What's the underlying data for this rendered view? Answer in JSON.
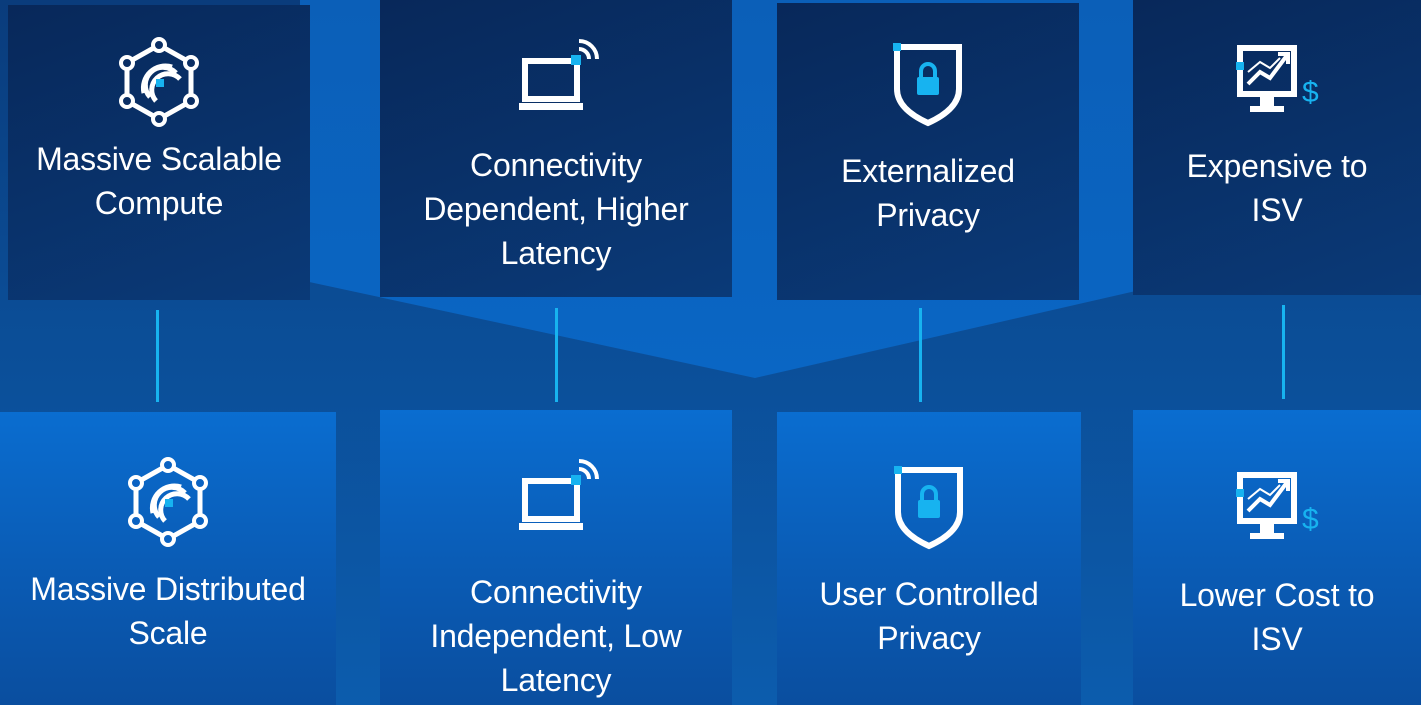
{
  "colors": {
    "accent": "#17b3f0",
    "dark_tile": "#08285a",
    "light_tile": "#0a6dd0",
    "background": "#0b4d96",
    "text": "#ffffff"
  },
  "top_row": [
    {
      "icon": "network-hexagon-icon",
      "label": "Massive Scalable Compute"
    },
    {
      "icon": "laptop-wireless-icon",
      "label": "Connectivity Dependent, Higher Latency"
    },
    {
      "icon": "shield-lock-icon",
      "label": "Externalized Privacy"
    },
    {
      "icon": "monitor-chart-dollar-icon",
      "label": "Expensive to ISV"
    }
  ],
  "bottom_row": [
    {
      "icon": "network-hexagon-icon",
      "label": "Massive Distributed Scale"
    },
    {
      "icon": "laptop-wireless-icon",
      "label": "Connectivity Independent, Low Latency"
    },
    {
      "icon": "shield-lock-icon",
      "label": "User Controlled Privacy"
    },
    {
      "icon": "monitor-chart-dollar-icon",
      "label": "Lower Cost to ISV"
    }
  ],
  "dollar_symbol": "$"
}
